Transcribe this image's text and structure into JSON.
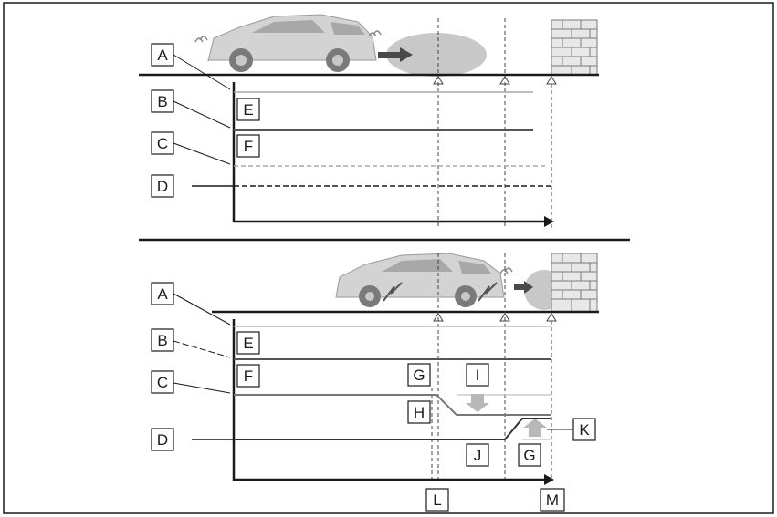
{
  "labels": {
    "a": "A",
    "b": "B",
    "c": "C",
    "d": "D",
    "e": "E",
    "f": "F",
    "g": "G",
    "h": "H",
    "i": "I",
    "j": "J",
    "k": "K",
    "l": "L",
    "m": "M"
  },
  "colors": {
    "line": "#1a1a1a",
    "gray_line": "#9a9a9a",
    "light_line": "#c4c4c4",
    "car_body": "#d2d2d2",
    "car_dark": "#8c8c8c",
    "cloud": "#bdbdbd",
    "wall": "#e6e6e6",
    "brick": "#777777",
    "arrow_fill": "#b8b8b8"
  },
  "icons": {
    "car_forward": "car-icon",
    "car_reverse": "car-icon",
    "wall": "brick-wall-icon",
    "sensor_marker": "triangle-marker-icon",
    "warning_cloud": "sensor-cloud-icon"
  }
}
